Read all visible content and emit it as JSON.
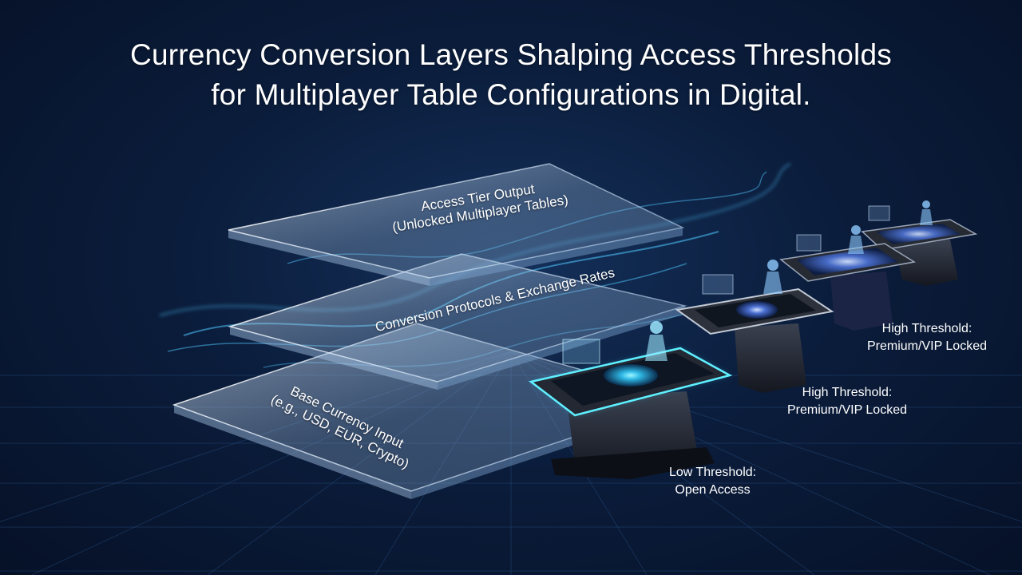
{
  "title": {
    "line1": "Currency Conversion Layers Shalping Access Thresholds",
    "line2": "for Multiplayer Table Configurations in Digital."
  },
  "layers": [
    {
      "line1": "Access Tier Output",
      "line2": "(Unlocked Multiplayer Tables)"
    },
    {
      "line1": "Conversion Protocols & Exchange Rates"
    },
    {
      "line1": "Base Currency Input",
      "line2": "(e.g., USD, EUR, Crypto)"
    }
  ],
  "stations": [
    {
      "line1": "Low Threshold:",
      "line2": "Open Access"
    },
    {
      "line1": "High Threshold:",
      "line2": "Premium/VIP Locked"
    },
    {
      "line1": "High Threshold:",
      "line2": "Premium/VIP Locked"
    }
  ],
  "colors": {
    "background": "#0b1d3c",
    "accent_glow": "#36e0ff",
    "panel": "#cfe2f5"
  }
}
